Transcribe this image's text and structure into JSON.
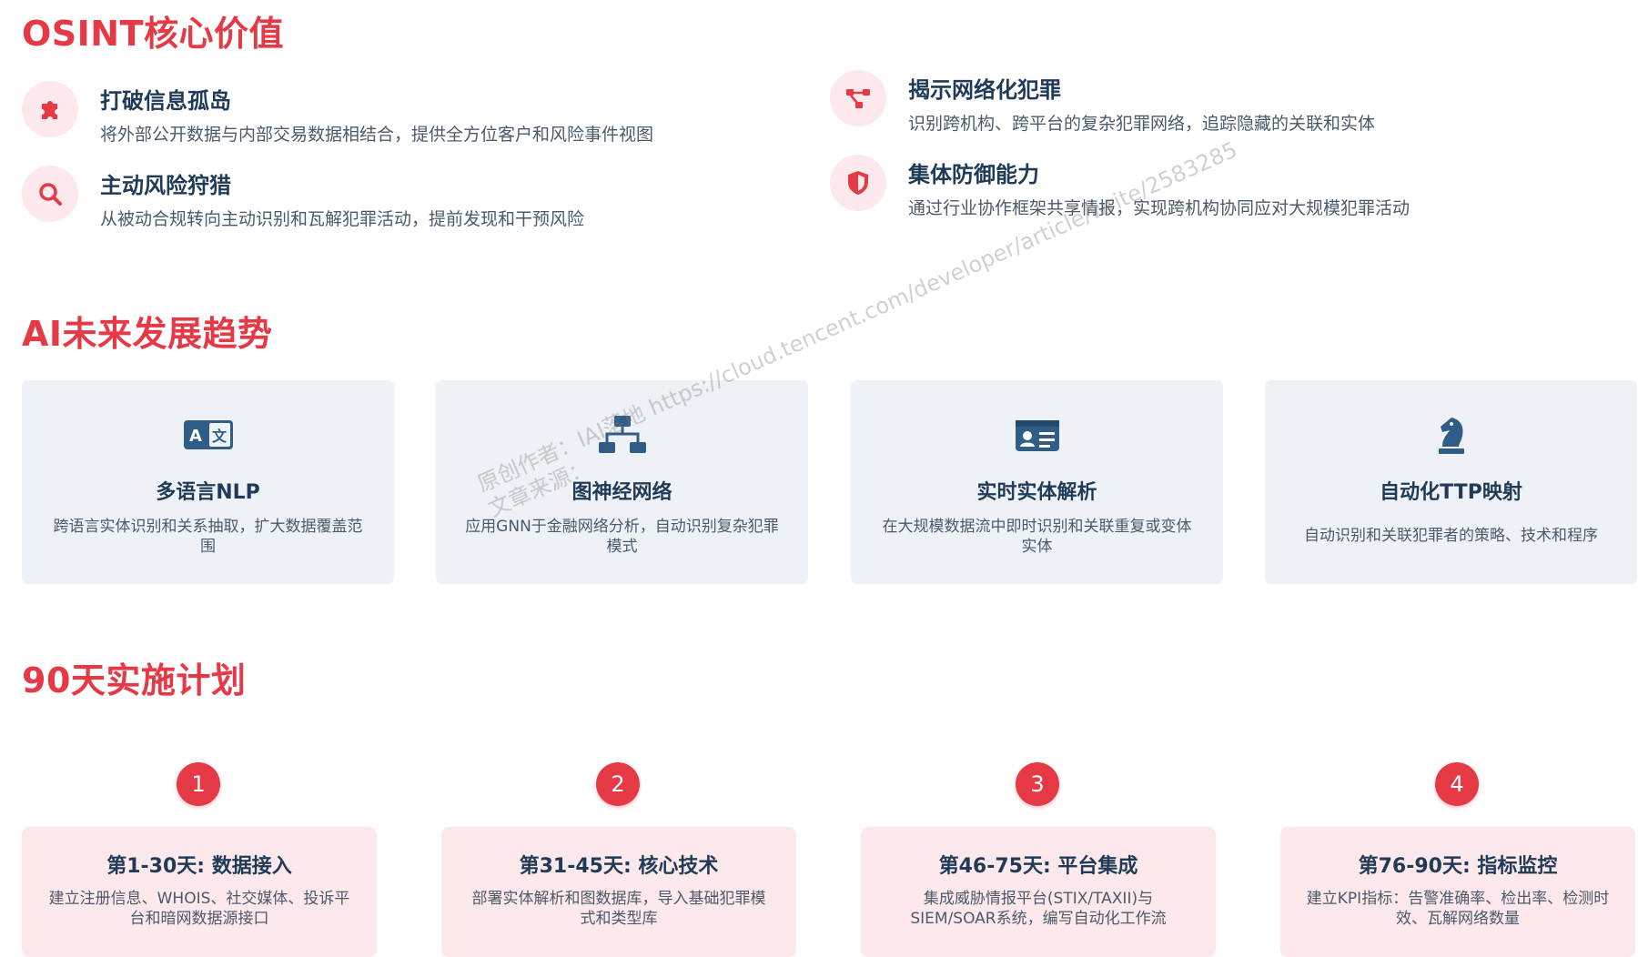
{
  "osint": {
    "title": "OSINT核心价值",
    "items": [
      {
        "title": "打破信息孤岛",
        "desc": "将外部公开数据与内部交易数据相结合，提供全方位客户和风险事件视图",
        "icon": "puzzle-icon"
      },
      {
        "title": "主动风险狩猎",
        "desc": "从被动合规转向主动识别和瓦解犯罪活动，提前发现和干预风险",
        "icon": "search-icon"
      },
      {
        "title": "揭示网络化犯罪",
        "desc": "识别跨机构、跨平台的复杂犯罪网络，追踪隐藏的关联和实体",
        "icon": "network-icon"
      },
      {
        "title": "集体防御能力",
        "desc": "通过行业协作框架共享情报，实现跨机构协同应对大规模犯罪活动",
        "icon": "shield-icon"
      }
    ]
  },
  "ai": {
    "title": "AI未来发展趋势",
    "cards": [
      {
        "title": "多语言NLP",
        "desc": "跨语言实体识别和关系抽取，扩大数据覆盖范围",
        "icon": "language-icon"
      },
      {
        "title": "图神经网络",
        "desc": "应用GNN于金融网络分析，自动识别复杂犯罪模式",
        "icon": "sitemap-icon"
      },
      {
        "title": "实时实体解析",
        "desc": "在大规模数据流中即时识别和关联重复或变体实体",
        "icon": "id-card-icon"
      },
      {
        "title": "自动化TTP映射",
        "desc": "自动识别和关联犯罪者的策略、技术和程序",
        "icon": "chess-knight-icon"
      }
    ]
  },
  "plan": {
    "title": "90天实施计划",
    "steps": [
      {
        "num": "1",
        "title": "第1-30天: 数据接入",
        "desc": "建立注册信息、WHOIS、社交媒体、投诉平台和暗网数据源接口"
      },
      {
        "num": "2",
        "title": "第31-45天: 核心技术",
        "desc": "部署实体解析和图数据库，导入基础犯罪模式和类型库"
      },
      {
        "num": "3",
        "title": "第46-75天: 平台集成",
        "desc": "集成威胁情报平台(STIX/TAXII)与SIEM/SOAR系统，编写自动化工作流"
      },
      {
        "num": "4",
        "title": "第76-90天: 指标监控",
        "desc": "建立KPI指标：告警准确率、检出率、检测时效、瓦解网络数量"
      }
    ]
  },
  "watermark": {
    "line1": "原创作者：IAI落地 https://cloud.tencent.com/developer/article/write/2583285",
    "line2": "文章来源："
  },
  "colors": {
    "accent": "#e63946",
    "icon_blue": "#2f5d86",
    "card_bg": "#eef2f6",
    "plan_bg": "#fde8eb"
  }
}
